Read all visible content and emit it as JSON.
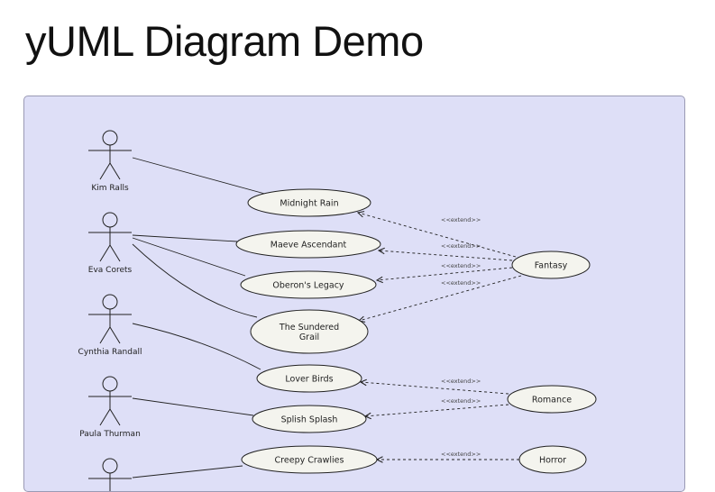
{
  "page": {
    "title": "yUML Diagram Demo"
  },
  "colors": {
    "panel_background": "#dedff7",
    "usecase_fill": "#f4f4ee",
    "stroke": "#222222"
  },
  "diagram": {
    "actors": [
      {
        "id": "kim",
        "name": "Kim  Ralls"
      },
      {
        "id": "eva",
        "name": "Eva  Corets"
      },
      {
        "id": "cynthia",
        "name": "Cynthia  Randall"
      },
      {
        "id": "paula",
        "name": "Paula  Thurman"
      },
      {
        "id": "actor5",
        "name": ""
      }
    ],
    "use_cases": [
      {
        "id": "midnight",
        "lines": [
          "Midnight  Rain"
        ]
      },
      {
        "id": "maeve",
        "lines": [
          "Maeve  Ascendant"
        ]
      },
      {
        "id": "oberon",
        "lines": [
          "Oberon's  Legacy"
        ]
      },
      {
        "id": "sundered",
        "lines": [
          "The  Sundered",
          "Grail"
        ]
      },
      {
        "id": "lover",
        "lines": [
          "Lover  Birds"
        ]
      },
      {
        "id": "splish",
        "lines": [
          "Splish  Splash"
        ]
      },
      {
        "id": "creepy",
        "lines": [
          "Creepy  Crawlies"
        ]
      },
      {
        "id": "fantasy",
        "lines": [
          "Fantasy"
        ]
      },
      {
        "id": "romance",
        "lines": [
          "Romance"
        ]
      },
      {
        "id": "horror",
        "lines": [
          "Horror"
        ]
      }
    ],
    "associations": [
      {
        "actor": "kim",
        "use_case": "midnight"
      },
      {
        "actor": "eva",
        "use_case": "maeve"
      },
      {
        "actor": "eva",
        "use_case": "oberon"
      },
      {
        "actor": "eva",
        "use_case": "sundered"
      },
      {
        "actor": "cynthia",
        "use_case": "lover"
      },
      {
        "actor": "paula",
        "use_case": "splish"
      },
      {
        "actor": "actor5",
        "use_case": "creepy"
      }
    ],
    "extends": [
      {
        "from": "fantasy",
        "to": "midnight",
        "label": "<<extend>>"
      },
      {
        "from": "fantasy",
        "to": "maeve",
        "label": "<<extend>>"
      },
      {
        "from": "fantasy",
        "to": "oberon",
        "label": "<<extend>>"
      },
      {
        "from": "fantasy",
        "to": "sundered",
        "label": "<<extend>>"
      },
      {
        "from": "romance",
        "to": "lover",
        "label": "<<extend>>"
      },
      {
        "from": "romance",
        "to": "splish",
        "label": "<<extend>>"
      },
      {
        "from": "horror",
        "to": "creepy",
        "label": "<<extend>>"
      }
    ]
  }
}
